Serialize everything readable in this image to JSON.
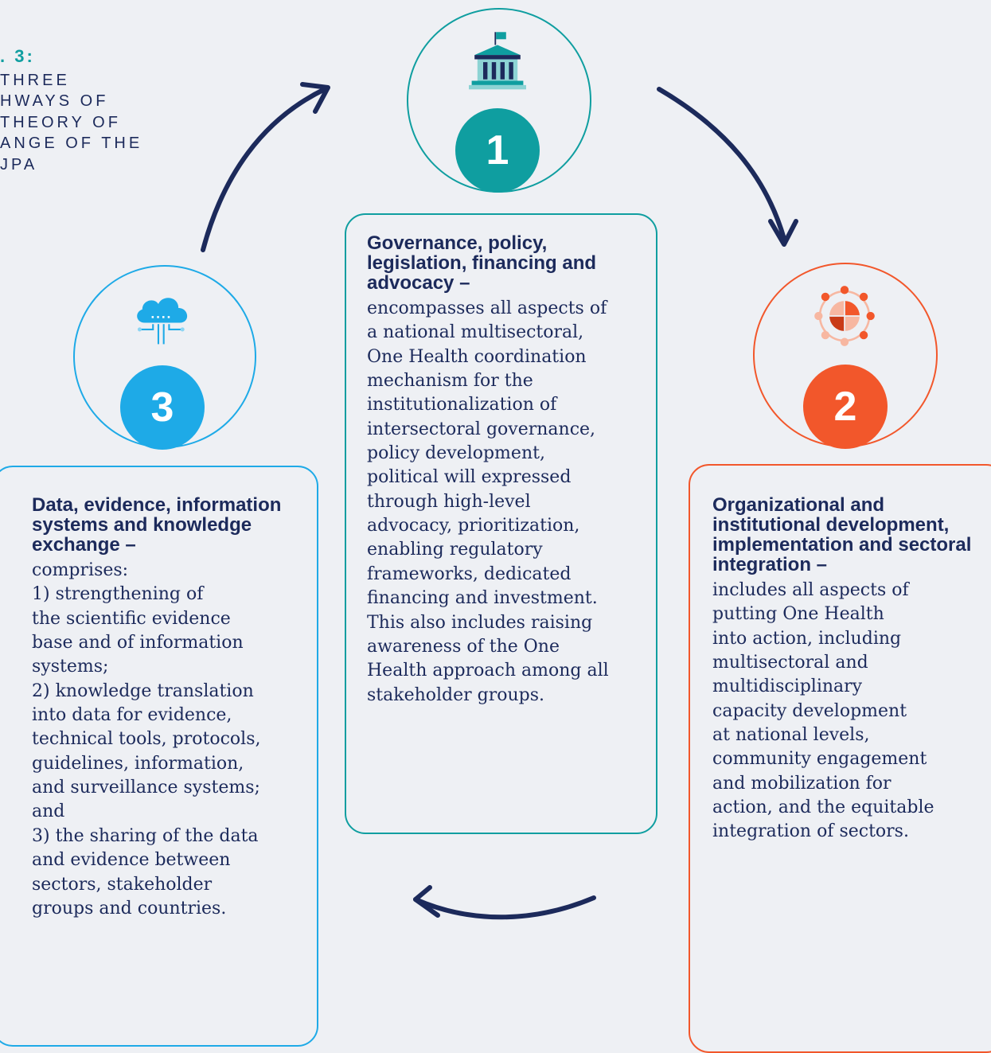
{
  "figure": {
    "number": ". 3:",
    "title": "THREE\nHWAYS OF\nTHEORY OF\nANGE OF THE\nJPA"
  },
  "colors": {
    "teal": "#0f9ea0",
    "orange": "#f2572b",
    "blue": "#1eaae7",
    "navy": "#1c2a5b",
    "background": "#eef0f4"
  },
  "pathways": [
    {
      "number": "1",
      "icon": "government-building-icon",
      "heading": "Governance, policy, legislation, financing and advocacy –",
      "body": "encompasses all aspects of\na national multisectoral,\nOne Health coordination\nmechanism for the\ninstitutionalization of\nintersectoral governance,\npolicy development,\npolitical will expressed\nthrough high-level\nadvocacy, prioritization,\nenabling regulatory\nframeworks, dedicated\nfinancing and investment.\nThis also includes raising\nawareness of the One\nHealth approach among all\nstakeholder groups."
    },
    {
      "number": "2",
      "icon": "globe-network-icon",
      "heading": "Organizational and institutional development, implementation and sectoral integration –",
      "body": "includes all aspects of\nputting One Health\ninto action, including\nmultisectoral and\nmultidisciplinary\ncapacity development\nat national levels,\ncommunity engagement\nand mobilization for\naction, and the equitable\nintegration of sectors."
    },
    {
      "number": "3",
      "icon": "cloud-data-icon",
      "heading": "Data, evidence, information systems and knowledge exchange –",
      "body": "comprises:\n1) strengthening of\nthe scientific evidence\nbase and of information\nsystems;\n2) knowledge translation\ninto data for evidence,\ntechnical tools, protocols,\nguidelines, information,\nand surveillance systems;\nand\n3) the sharing of the data\nand evidence between\nsectors, stakeholder\ngroups and countries."
    }
  ]
}
